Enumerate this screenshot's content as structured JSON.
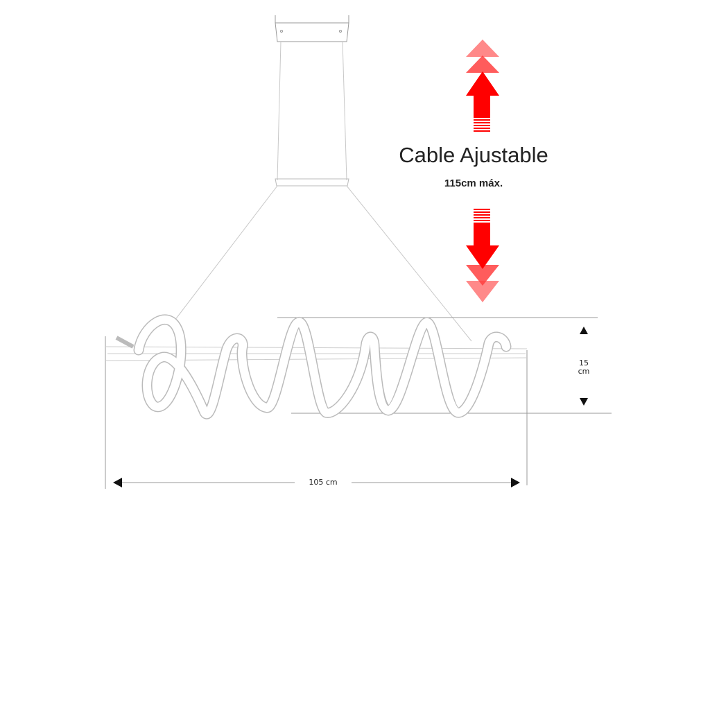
{
  "annotation": {
    "title": "Cable Ajustable",
    "subtitle": "115cm máx."
  },
  "dimensions": {
    "width_label": "105 cm",
    "height_value": "15",
    "height_unit": "cm"
  },
  "colors": {
    "arrow": "#ff0000",
    "arrow_faded": "#ff6b6b",
    "line": "#bbbbbb",
    "text": "#222222"
  }
}
